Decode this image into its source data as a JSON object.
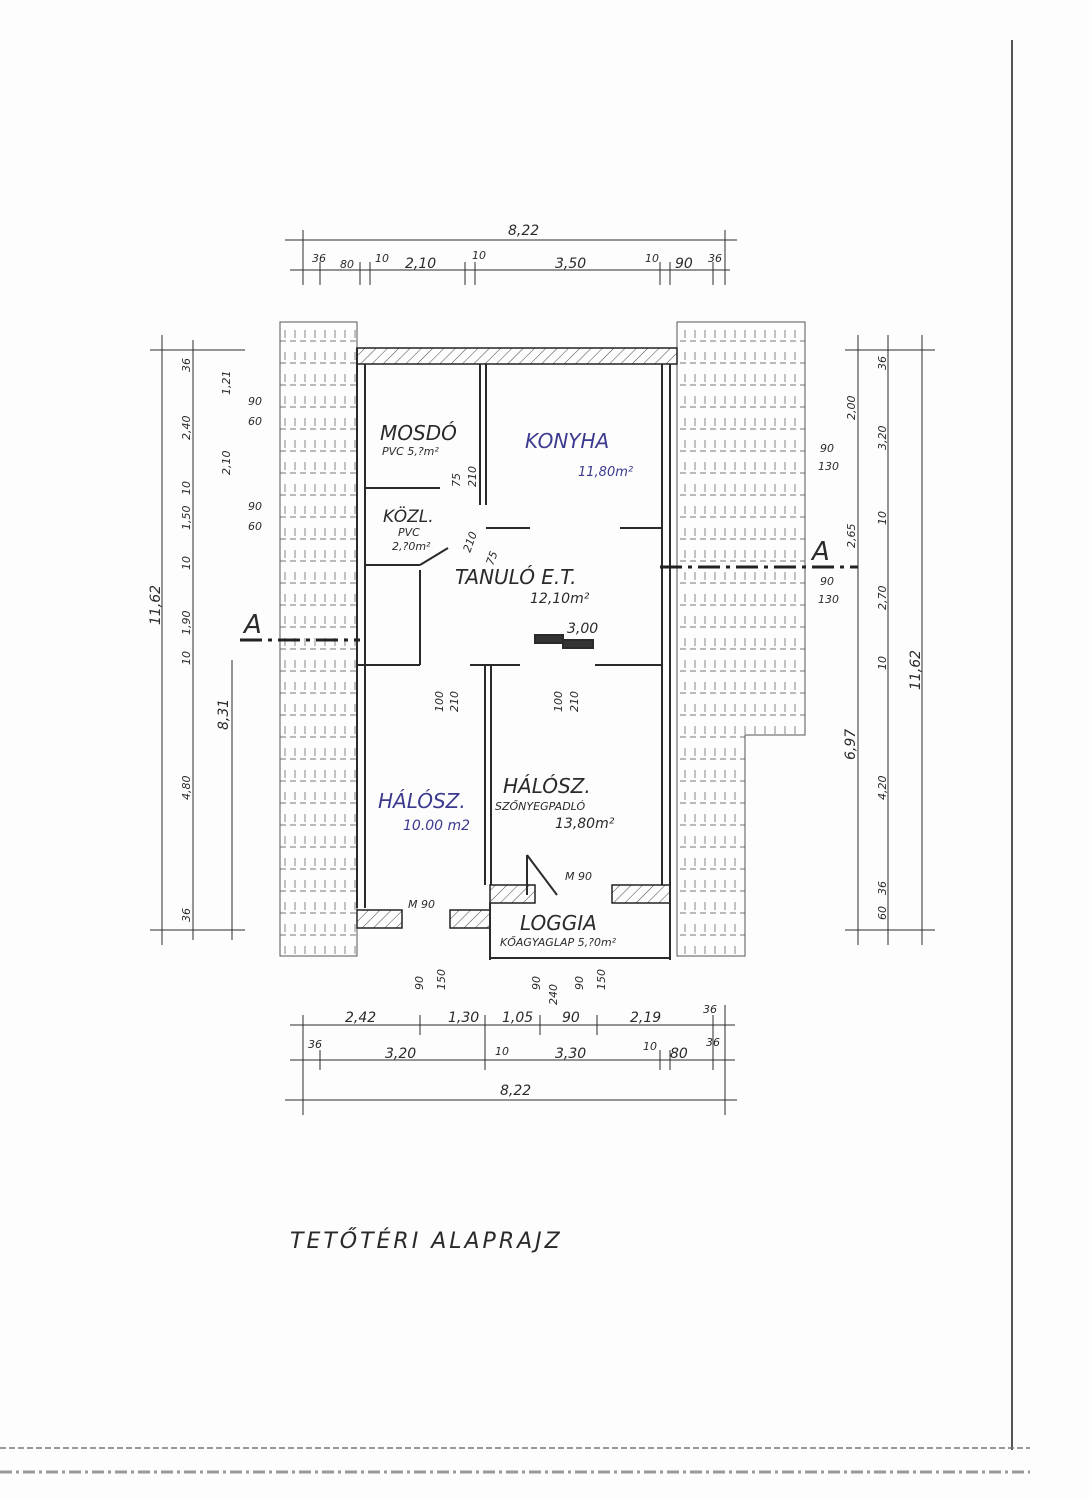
{
  "title": "TETŐTÉRI ALAPRAJZ",
  "rooms": {
    "mosdo": {
      "name": "MOSDÓ",
      "floor": "PVC 5,?m²"
    },
    "kozl": {
      "name": "KÖZL.",
      "floor": "PVC",
      "area": "2,?0m²"
    },
    "konyha": {
      "name": "KONYHA",
      "area": "11,80m²"
    },
    "tanulo": {
      "name": "TANULÓ E.T.",
      "area": "12,10m²"
    },
    "halosz1": {
      "name": "HÁLÓSZ.",
      "area": "10.00 m2"
    },
    "halosz2": {
      "name": "HÁLÓSZ.",
      "floor": "SZŐNYEGPADLÓ",
      "area": "13,80m²"
    },
    "loggia": {
      "name": "LOGGIA",
      "floor": "KŐAGYAGLAP 5,?0m²"
    }
  },
  "section_marks": {
    "left": "A",
    "right": "A"
  },
  "dimensions": {
    "top_total": "8,22",
    "top_row": [
      "36",
      "80",
      "10",
      "2,10",
      "10",
      "3,50",
      "10",
      "90",
      "36"
    ],
    "left_total": "11,62",
    "left_sub": "8,31",
    "left_row": [
      "36",
      "1,21",
      "2,40",
      "2,10",
      "10",
      "1,50",
      "10",
      "1,90",
      "10",
      "4,80",
      "36"
    ],
    "left_windows": [
      [
        "90",
        "60"
      ],
      [
        "90",
        "60"
      ]
    ],
    "right_total": "11,62",
    "right_sub": "6,97",
    "right_row": [
      "36",
      "2,00",
      "3,20",
      "2,65",
      "10",
      "2,70",
      "10",
      "4,20",
      "60",
      "36"
    ],
    "right_windows": [
      [
        "90",
        "130"
      ],
      [
        "90",
        "130"
      ]
    ],
    "doors": [
      "75",
      "210",
      "75",
      "210",
      "100",
      "210",
      "100",
      "210"
    ],
    "stair": "3,00",
    "m90": [
      "M 90",
      "M 90"
    ],
    "bottom_openings": [
      "90",
      "150",
      "90",
      "240",
      "90",
      "150"
    ],
    "bottom_row1": [
      "2,42",
      "1,30",
      "1,05",
      "90",
      "2,19",
      "36"
    ],
    "bottom_row2": [
      "36",
      "3,20",
      "10",
      "3,30",
      "10",
      "80",
      "36"
    ],
    "bottom_total": "8,22"
  }
}
